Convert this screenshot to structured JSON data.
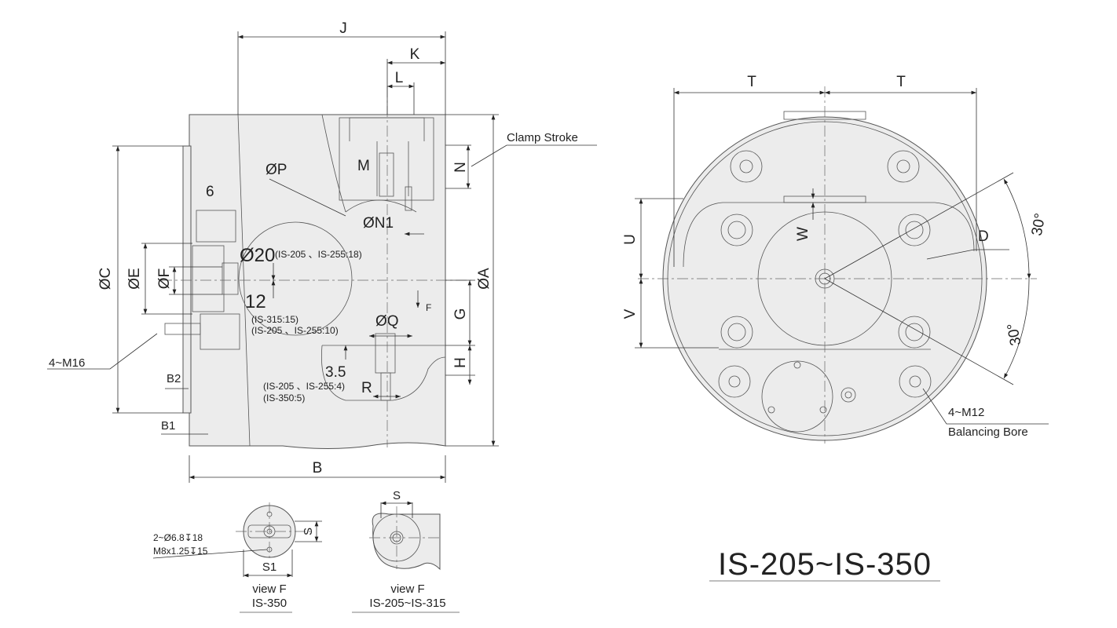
{
  "main_view": {
    "dims": {
      "J": "J",
      "K": "K",
      "L": "L",
      "M": "M",
      "N": "N",
      "P": "ØP",
      "N1": "ØN1",
      "six": "6",
      "d20": "Ø20",
      "d20_note": "(IS-205 、IS-255:18)",
      "C": "ØC",
      "E": "ØE",
      "F": "ØF",
      "A": "ØA",
      "twelve": "12",
      "twelve_note1": "(IS-315:15)",
      "twelve_note2": "(IS-205 、IS-255:10)",
      "Q": "ØQ",
      "G": "G",
      "H": "H",
      "three5": "3.5",
      "three5_note1": "(IS-205 、IS-255:4)",
      "three5_note2": "(IS-350:5)",
      "R": "R",
      "B": "B",
      "B1": "B1",
      "B2": "B2",
      "F_arrow": "F"
    },
    "clamp_stroke": "Clamp Stroke",
    "thread": "4~M16"
  },
  "end_view": {
    "dims": {
      "T1": "T",
      "T2": "T",
      "U": "U",
      "V": "V",
      "W": "W",
      "D": "D",
      "ang1": "30°",
      "ang2": "30°"
    },
    "thread": "4~M12",
    "balancing": "Balancing Bore"
  },
  "view_f_350": {
    "S": "S",
    "S1": "S1",
    "hole1": "2~Ø6.8↧18",
    "hole2": "M8x1.25↧15",
    "caption1": "view F",
    "caption2": "IS-350"
  },
  "view_f_205": {
    "S": "S",
    "caption1": "view F",
    "caption2": "IS-205~IS-315"
  },
  "title": "IS-205~IS-350"
}
